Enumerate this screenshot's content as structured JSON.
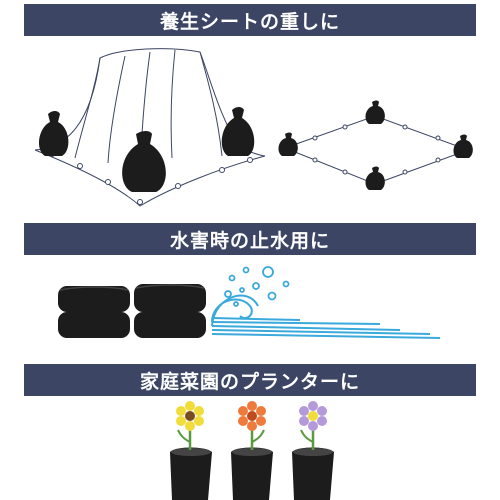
{
  "sections": [
    {
      "title": "養生シートの重しに",
      "illustration": "tarp-weights"
    },
    {
      "title": "水害時の止水用に",
      "illustration": "flood-barrier"
    },
    {
      "title": "家庭菜園のプランターに",
      "illustration": "planter-bags"
    }
  ],
  "colors": {
    "banner": "#3c4664",
    "banner_text": "#ffffff",
    "bag": "#1c1c1c",
    "water": "#3aa9dc",
    "flower_yellow": "#f2dc3a",
    "flower_orange": "#ee7a3c",
    "flower_purple": "#b49ad8",
    "stem": "#5a9a3c"
  }
}
